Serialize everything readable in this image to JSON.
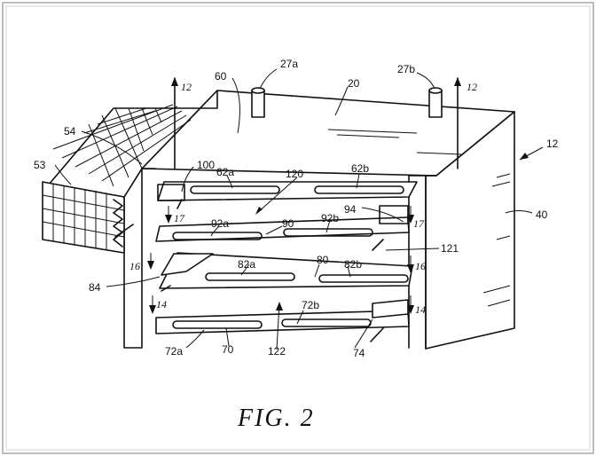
{
  "figure": {
    "caption": "FIG.  2",
    "colors": {
      "ink": "#111111",
      "paper": "#ffffff",
      "frame": "#bdbdbd"
    },
    "reference_numerals": {
      "n27a": "27a",
      "n27b": "27b",
      "n60": "60",
      "n20": "20",
      "n54": "54",
      "n53": "53",
      "n12": "12",
      "n100": "100",
      "n62a": "62a",
      "n120": "120",
      "n62b": "62b",
      "n94": "94",
      "n40": "40",
      "n92a": "92a",
      "n90": "90",
      "n92b": "92b",
      "n121": "121",
      "n80": "80",
      "n82a": "82a",
      "n82b": "82b",
      "n84": "84",
      "n72b": "72b",
      "n72a": "72a",
      "n70": "70",
      "n122": "122",
      "n74": "74"
    },
    "section_arrows": {
      "a12l": "12",
      "a12r": "12",
      "a17l": "17",
      "a17r": "17",
      "a16l": "16",
      "a16r": "16",
      "a14l": "14",
      "a14r": "14"
    }
  }
}
